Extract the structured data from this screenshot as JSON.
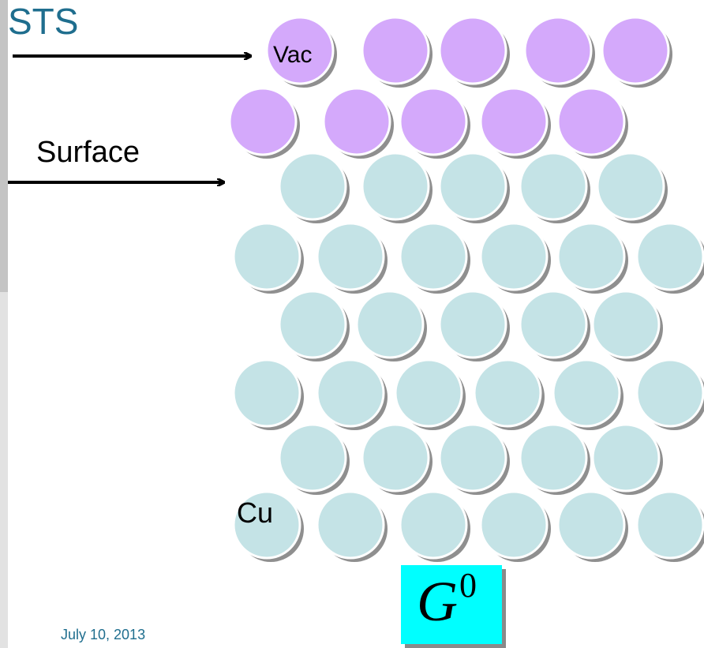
{
  "slide": {
    "title": "STS",
    "date": "July 10, 2013"
  },
  "labels": {
    "vacuum": "Vac",
    "surface": "Surface",
    "bulk": "Cu"
  },
  "formula": {
    "symbol": "G",
    "superscript": "0"
  },
  "colors": {
    "title": "#1f6e8e",
    "vacuum_atom": "#d4a9fb",
    "cu_atom": "#c4e3e6",
    "formula_bg": "#00ffff"
  }
}
